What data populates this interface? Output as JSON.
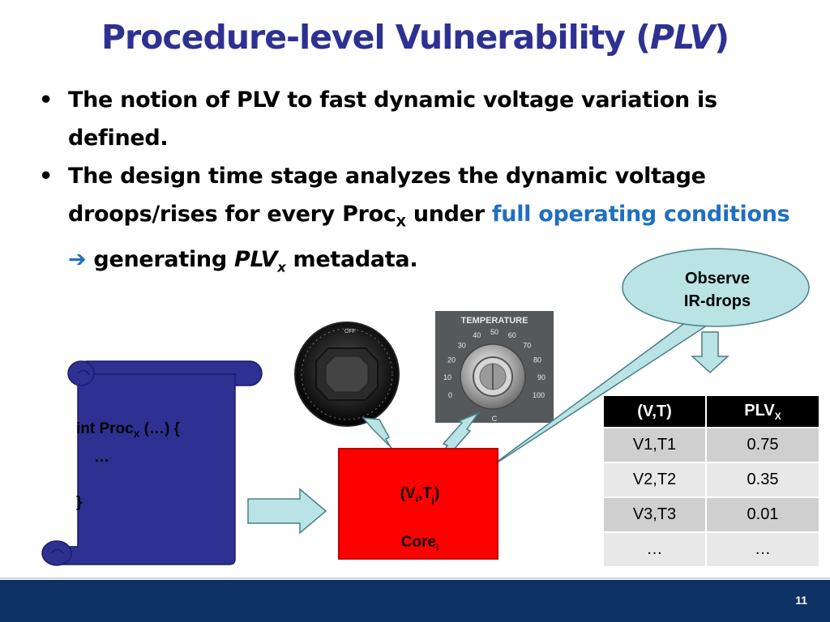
{
  "slide": {
    "title_main": "Procedure-level Vulnerability (",
    "title_italic": "PLV",
    "title_end": ")",
    "bullet1": "The notion of PLV to fast dynamic voltage variation is defined.",
    "bullet2_a": "The design time stage analyzes the dynamic voltage droops/rises for every Proc",
    "bullet2_sub": "X",
    "bullet2_b": " under ",
    "bullet2_highlight": "full operating conditions",
    "bullet2_c": " generating ",
    "bullet2_plv": "PLV",
    "bullet2_plv_sub": "x",
    "bullet2_d": " metadata.",
    "page_number": "11"
  },
  "scroll": {
    "line1_a": "int Proc",
    "line1_sub": "X",
    "line1_b": " (…) {",
    "line2": "…",
    "line3": "}"
  },
  "core": {
    "vt_a": "(V",
    "vt_sub1": "i",
    "vt_b": ",T",
    "vt_sub2": "j",
    "vt_c": ")",
    "label": "Core",
    "label_sub": "i"
  },
  "bubble": {
    "line1": "Observe",
    "line2": "IR-drops"
  },
  "thermostat": {
    "title": "TEMPERATURE",
    "ticks": [
      "0",
      "10",
      "20",
      "30",
      "40",
      "50",
      "60",
      "70",
      "80",
      "90",
      "100"
    ],
    "unit": "C"
  },
  "knob": {
    "label": "OFF"
  },
  "table": {
    "header_col1": "(V,T)",
    "header_col2": "PLV",
    "header_col2_sub": "X",
    "rows": [
      {
        "vt": "V1,T1",
        "plv": "0.75"
      },
      {
        "vt": "V2,T2",
        "plv": "0.35"
      },
      {
        "vt": "V3,T3",
        "plv": "0.01"
      },
      {
        "vt": "…",
        "plv": "…"
      }
    ]
  },
  "colors": {
    "title": "#2e3192",
    "highlight": "#1f6fc0",
    "scroll": "#2e3192",
    "core": "#ff0000",
    "callout": "#b9e3e5",
    "footer": "#0e3263"
  }
}
